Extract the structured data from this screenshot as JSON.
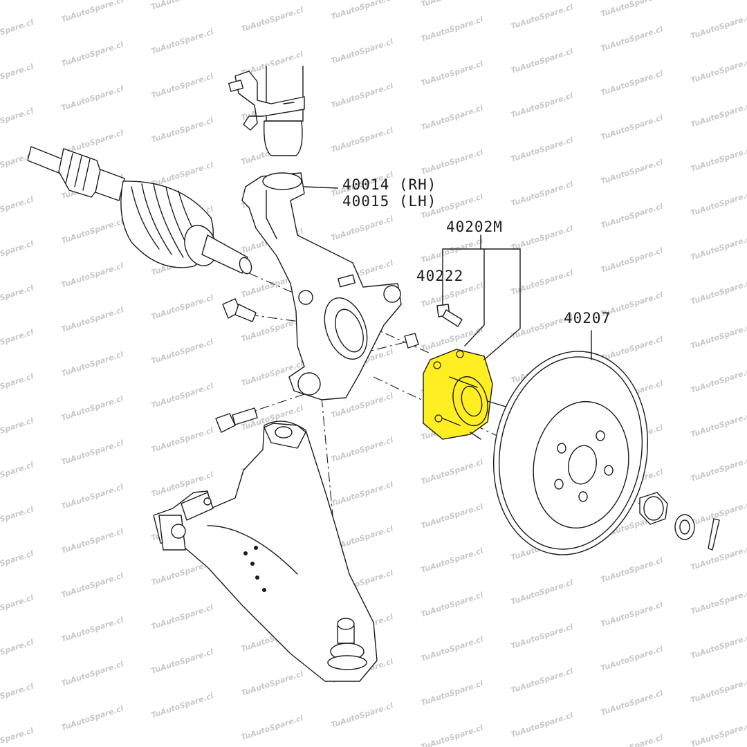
{
  "watermark": {
    "text": "TuAutoSpare.cl"
  },
  "labels": {
    "knuckle_rh": "40014 (RH)",
    "knuckle_lh": "40015 (LH)",
    "hub_assembly": "40202M",
    "hub_bolt": "40222",
    "rotor": "40207"
  },
  "colors": {
    "highlight": "#ffee22",
    "line": "#1a1a1a",
    "watermark": "#c8c8c8",
    "background": "#ffffff"
  },
  "highlighted_part": "40202M"
}
